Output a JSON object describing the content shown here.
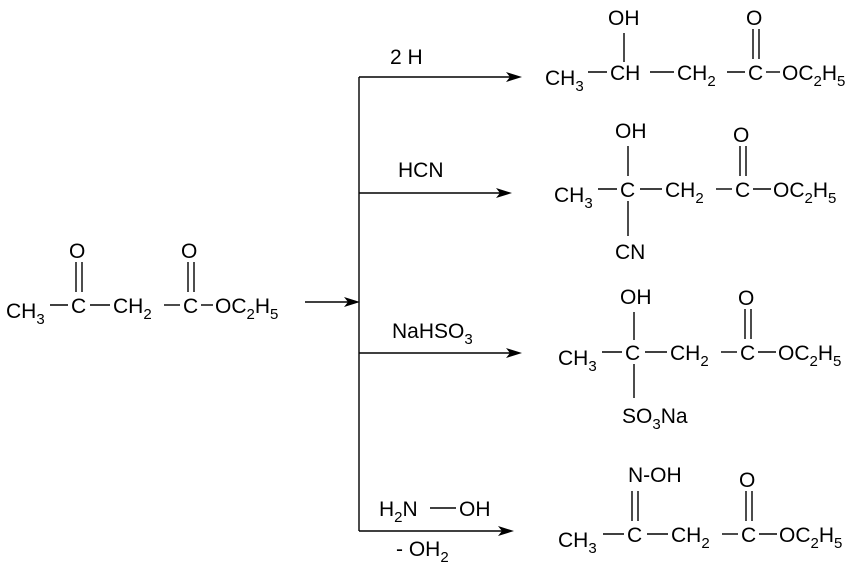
{
  "reactant": {
    "ch3": "CH",
    "ch3_sub": "3",
    "c1": "C",
    "o1": "O",
    "ch2": "CH",
    "ch2_sub": "2",
    "c2": "C",
    "o2": "O",
    "oc": "OC",
    "oc_sub1": "2",
    "h": "H",
    "oc_sub2": "5"
  },
  "reagents": {
    "r1": "2 H",
    "r2": "HCN",
    "r3": "NaHSO",
    "r3_sub": "3",
    "r4_h": "H",
    "r4_sub": "2",
    "r4_n": "N",
    "r4_oh": "OH",
    "r4_minus": "- OH",
    "r4_minus_sub": "2"
  },
  "products": [
    {
      "oh": "OH",
      "ch3": "CH",
      "ch3_sub": "3",
      "ch": "CH",
      "ch2": "CH",
      "ch2_sub": "2",
      "c": "C",
      "o": "O",
      "oc": "OC",
      "oc_sub1": "2",
      "h": "H",
      "oc_sub2": "5"
    },
    {
      "oh": "OH",
      "ch3": "CH",
      "ch3_sub": "3",
      "c_center": "C",
      "ch2": "CH",
      "ch2_sub": "2",
      "c": "C",
      "o": "O",
      "oc": "OC",
      "oc_sub1": "2",
      "h": "H",
      "oc_sub2": "5",
      "cn": "CN"
    },
    {
      "oh": "OH",
      "ch3": "CH",
      "ch3_sub": "3",
      "c_center": "C",
      "ch2": "CH",
      "ch2_sub": "2",
      "c": "C",
      "o": "O",
      "oc": "OC",
      "oc_sub1": "2",
      "h": "H",
      "oc_sub2": "5",
      "so3": "SO",
      "so3_sub": "3",
      "na": "Na"
    },
    {
      "noh": "N-OH",
      "ch3": "CH",
      "ch3_sub": "3",
      "c_center": "C",
      "ch2": "CH",
      "ch2_sub": "2",
      "c": "C",
      "o": "O",
      "oc": "OC",
      "oc_sub1": "2",
      "h": "H",
      "oc_sub2": "5"
    }
  ]
}
